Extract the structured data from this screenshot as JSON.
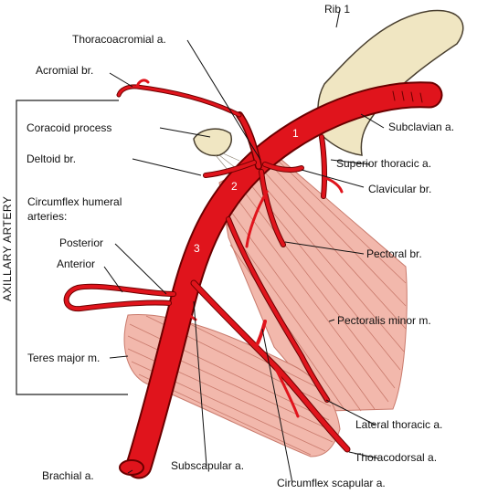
{
  "figure": {
    "side_label": "AXILLARY ARTERY",
    "segments": [
      "1",
      "2",
      "3"
    ],
    "labels": {
      "rib1": "Rib 1",
      "thoracoacromial": "Thoracoacromial a.",
      "acromial": "Acromial br.",
      "subclavian": "Subclavian a.",
      "coracoid": "Coracoid process",
      "deltoid": "Deltoid br.",
      "superior_thoracic": "Superior thoracic a.",
      "clavicular": "Clavicular br.",
      "circumflex_humeral_1": "Circumflex humeral",
      "circumflex_humeral_2": "arteries:",
      "posterior": "Posterior",
      "anterior": "Anterior",
      "pectoral": "Pectoral br.",
      "pectoralis_minor": "Pectoralis minor m.",
      "teres_major": "Teres major m.",
      "lateral_thoracic": "Lateral thoracic a.",
      "thoracodorsal": "Thoracodorsal a.",
      "brachial": "Brachial a.",
      "subscapular": "Subscapular a.",
      "circumflex_scapular": "Circumflex scapular a."
    },
    "colors": {
      "artery": "#e0141c",
      "artery_outline": "#6b0000",
      "muscle": "#f2b8ac",
      "muscle_stripe": "#c97a6c",
      "bone": "#f0e6c2",
      "bone_outline": "#4a4030",
      "frame": "#222222"
    }
  }
}
